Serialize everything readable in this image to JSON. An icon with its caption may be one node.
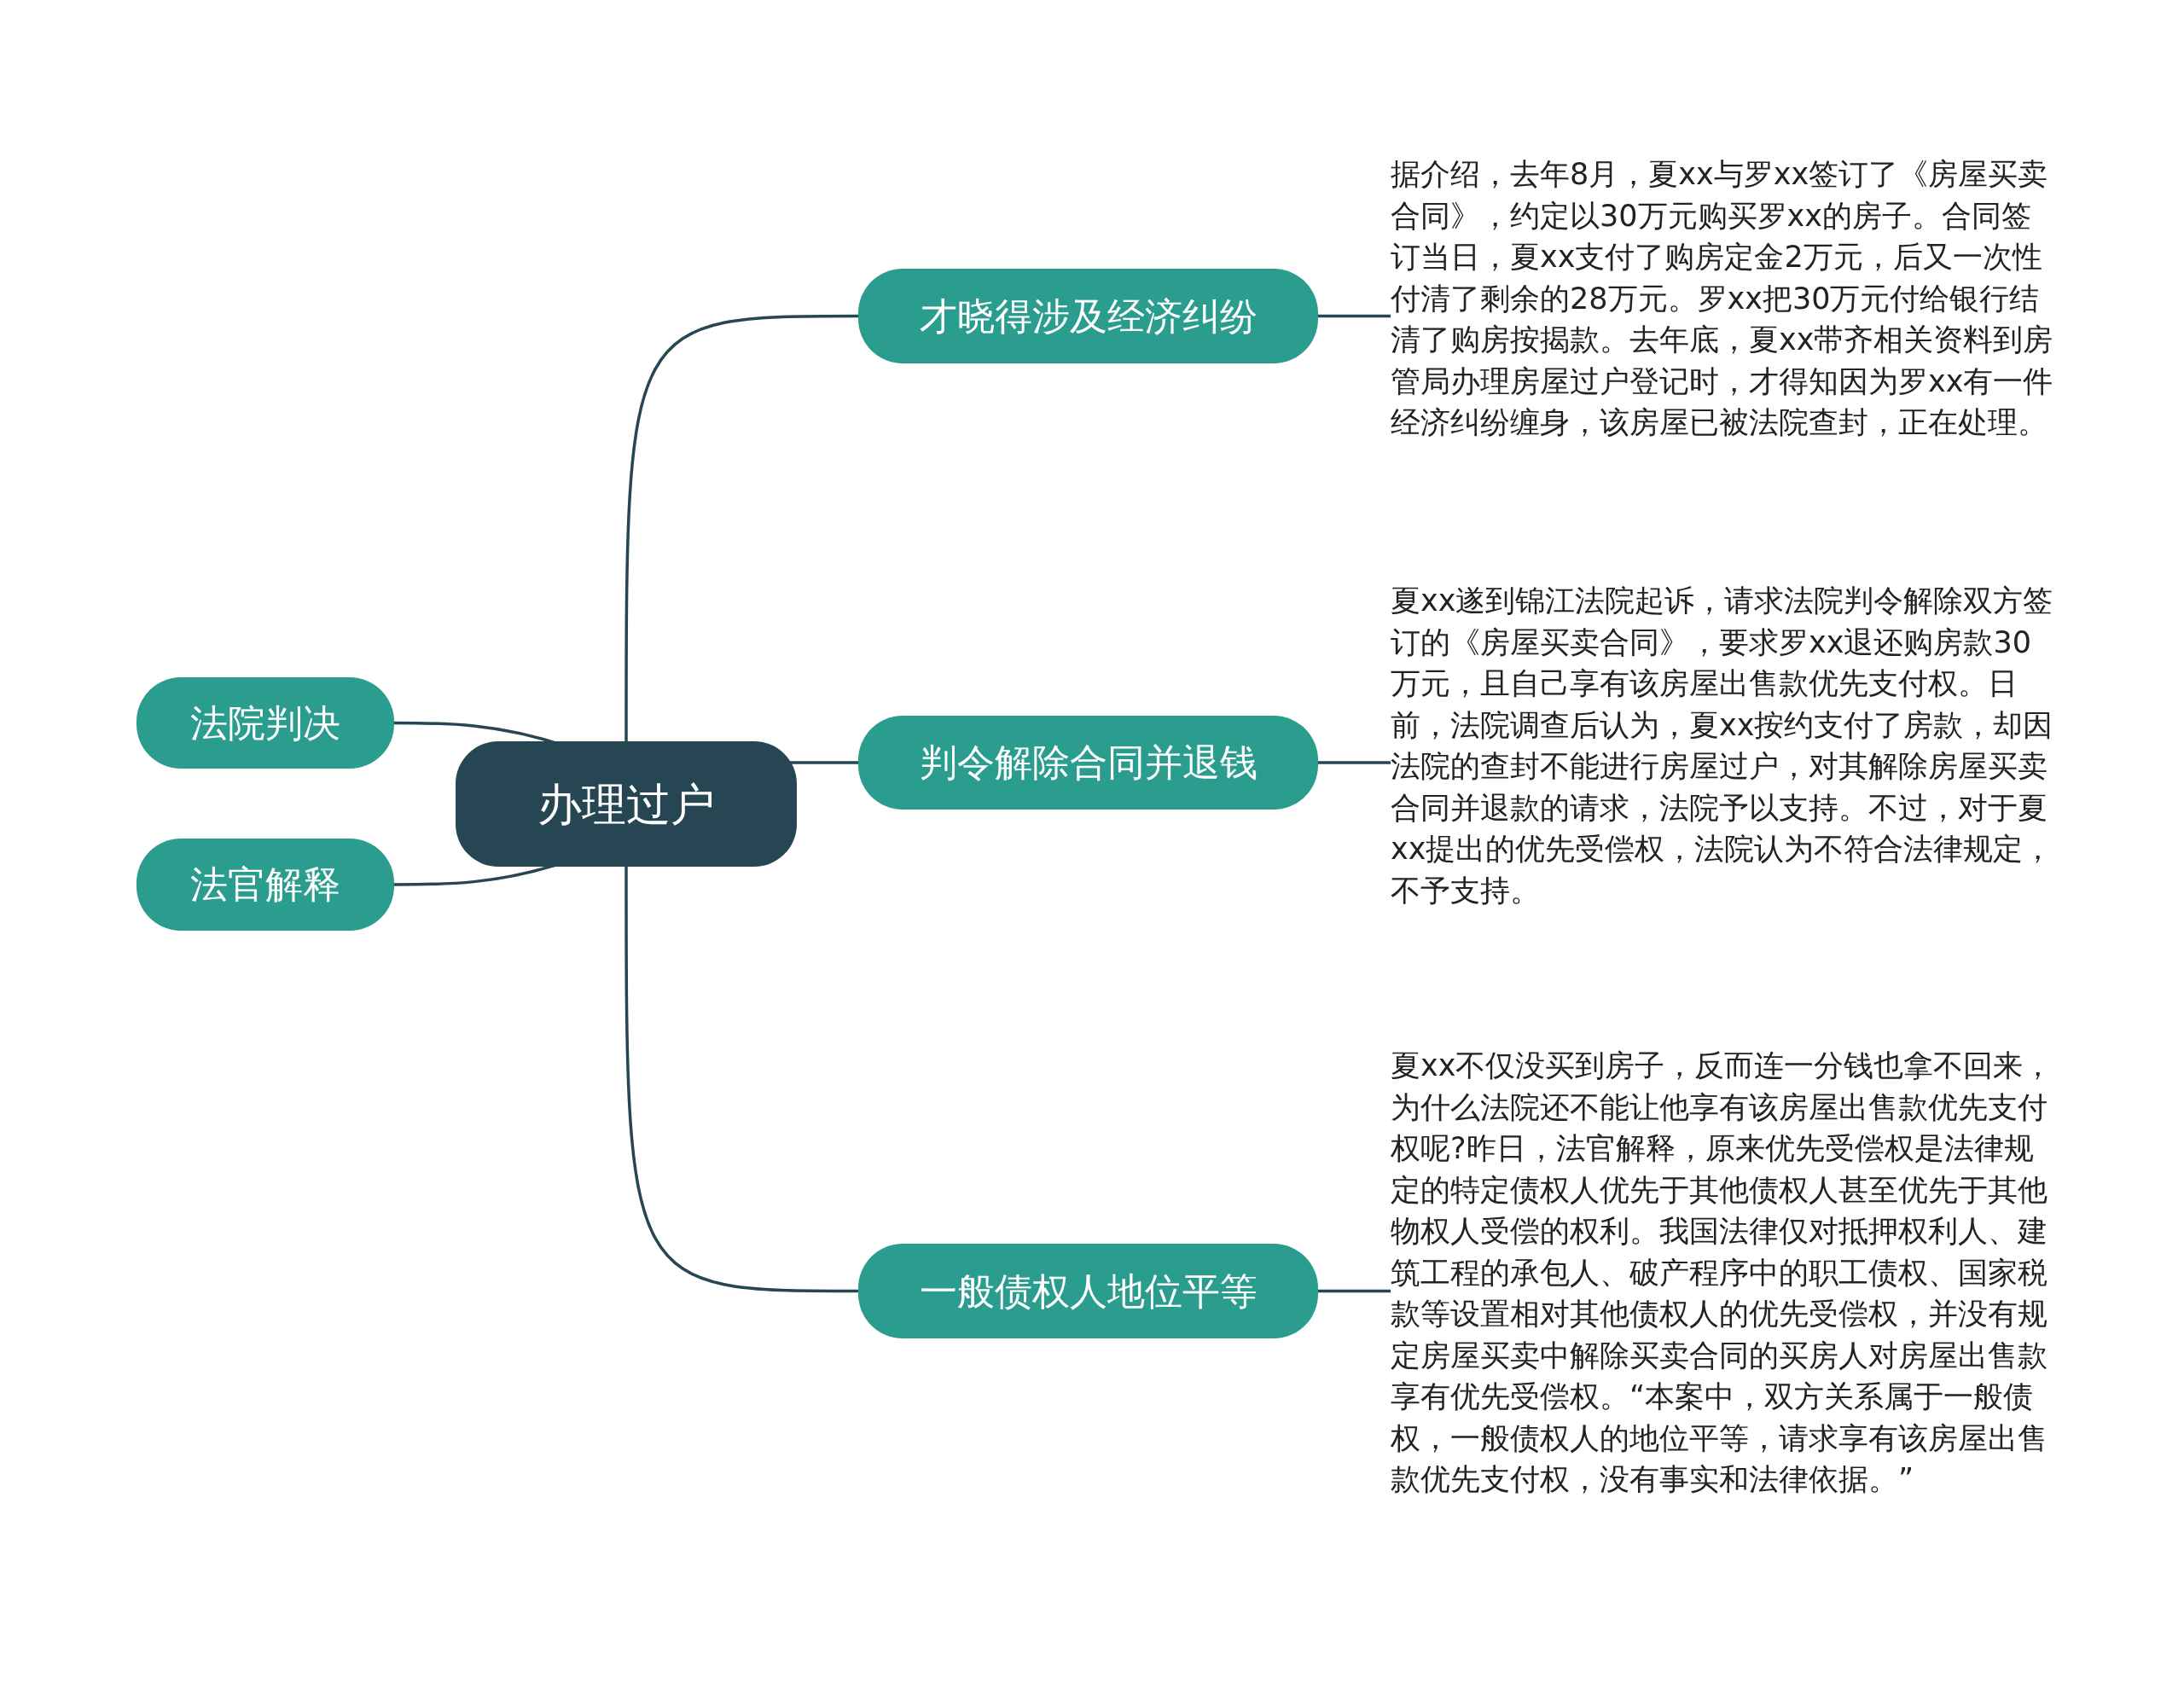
{
  "diagram": {
    "nodes": [
      {
        "text": [
          "办理过户"
        ]
      },
      {
        "text": [
          "法院判决"
        ]
      },
      {
        "text": [
          "法官解释"
        ]
      },
      {
        "text": [
          "才晓得涉及经济纠纷"
        ]
      },
      {
        "text": [
          "判令解除合同并退钱"
        ]
      },
      {
        "text": [
          "一般债权人地位平等"
        ]
      },
      {
        "text": [
          "据介绍，去年8月，夏xx与罗xx签订了《房屋买卖合同》，约定以30万元购买罗xx的房子。合同签订当日，夏xx支付了购房定金2万元，后又一次性付清了剩余的28万元。罗xx把30万元付给银行结清了购房按揭款。去年底，夏xx带齐相关资料到房管局办理房屋过户登记时，才得知因为罗xx有一件经济纠纷缠身，该房屋已被法院查封，正在处理。"
        ]
      },
      {
        "text": [
          "夏xx遂到锦江法院起诉，请求法院判令解除双方签订的《房屋买卖合同》，要求罗xx退还购房款30万元，且自己享有该房屋出售款优先支付权。日前，法院调查后认为，夏xx按约支付了房款，却因法院的查封不能进行房屋过户，对其解除房屋买卖合同并退款的请求，法院予以支持。不过，对于夏xx提出的优先受偿权，法院认为不符合法律规定，不予支持。"
        ]
      },
      {
        "text": [
          "夏xx不仅没买到房子，反而连一分钱也拿不回来，为什么法院还不能让他享有该房屋出售款优先支付权呢?昨日，法官解释，原来优先受偿权是法律规定的特定债权人优先于其他债权人甚至优先于其他物权人受偿的权利。我国法律仅对抵押权利人、建筑工程的承包人、破产程序中的职工债权、国家税款等设置相对其他债权人的优先受偿权，并没有规定房屋买卖中解除买卖合同的买房人对房屋出售款享有优先受偿权。“本案中，双方关系属于一般债权，一般债权人的地位平等，请求享有该房屋出售款优先支付权，没有事实和法律依据。”"
        ]
      }
    ],
    "edges": [
      {
        "from": 0,
        "to": 1,
        "arrow": "none"
      },
      {
        "from": 0,
        "to": 2,
        "arrow": "none"
      },
      {
        "from": 0,
        "to": 3,
        "arrow": "none"
      },
      {
        "from": 0,
        "to": 4,
        "arrow": "none"
      },
      {
        "from": 0,
        "to": 5,
        "arrow": "none"
      },
      {
        "from": 3,
        "to": 6,
        "arrow": "none"
      },
      {
        "from": 4,
        "to": 7,
        "arrow": "none"
      },
      {
        "from": 5,
        "to": 8,
        "arrow": "none"
      }
    ]
  }
}
